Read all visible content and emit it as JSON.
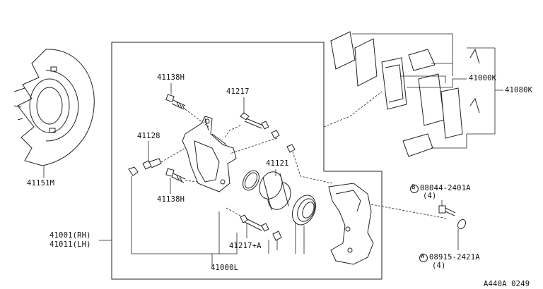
{
  "diagram": {
    "labels": {
      "p41138h_top": "41138H",
      "p41217": "41217",
      "p41128": "41128",
      "p41121": "41121",
      "p41138h_bottom": "41138H",
      "p41151m": "41151M",
      "p41001": "41001(RH)",
      "p41011": "41011(LH)",
      "p41217a": "41217+A",
      "p41000l": "41000L",
      "p41000k": "41000K",
      "p41080k": "41080K",
      "bolt_code": "08044-2401A",
      "bolt_qty": "(4)",
      "washer_code": "08915-2421A",
      "washer_qty": "(4)",
      "circle_b": "B",
      "circle_w": "W",
      "ref_code": "A440A 0249"
    }
  }
}
